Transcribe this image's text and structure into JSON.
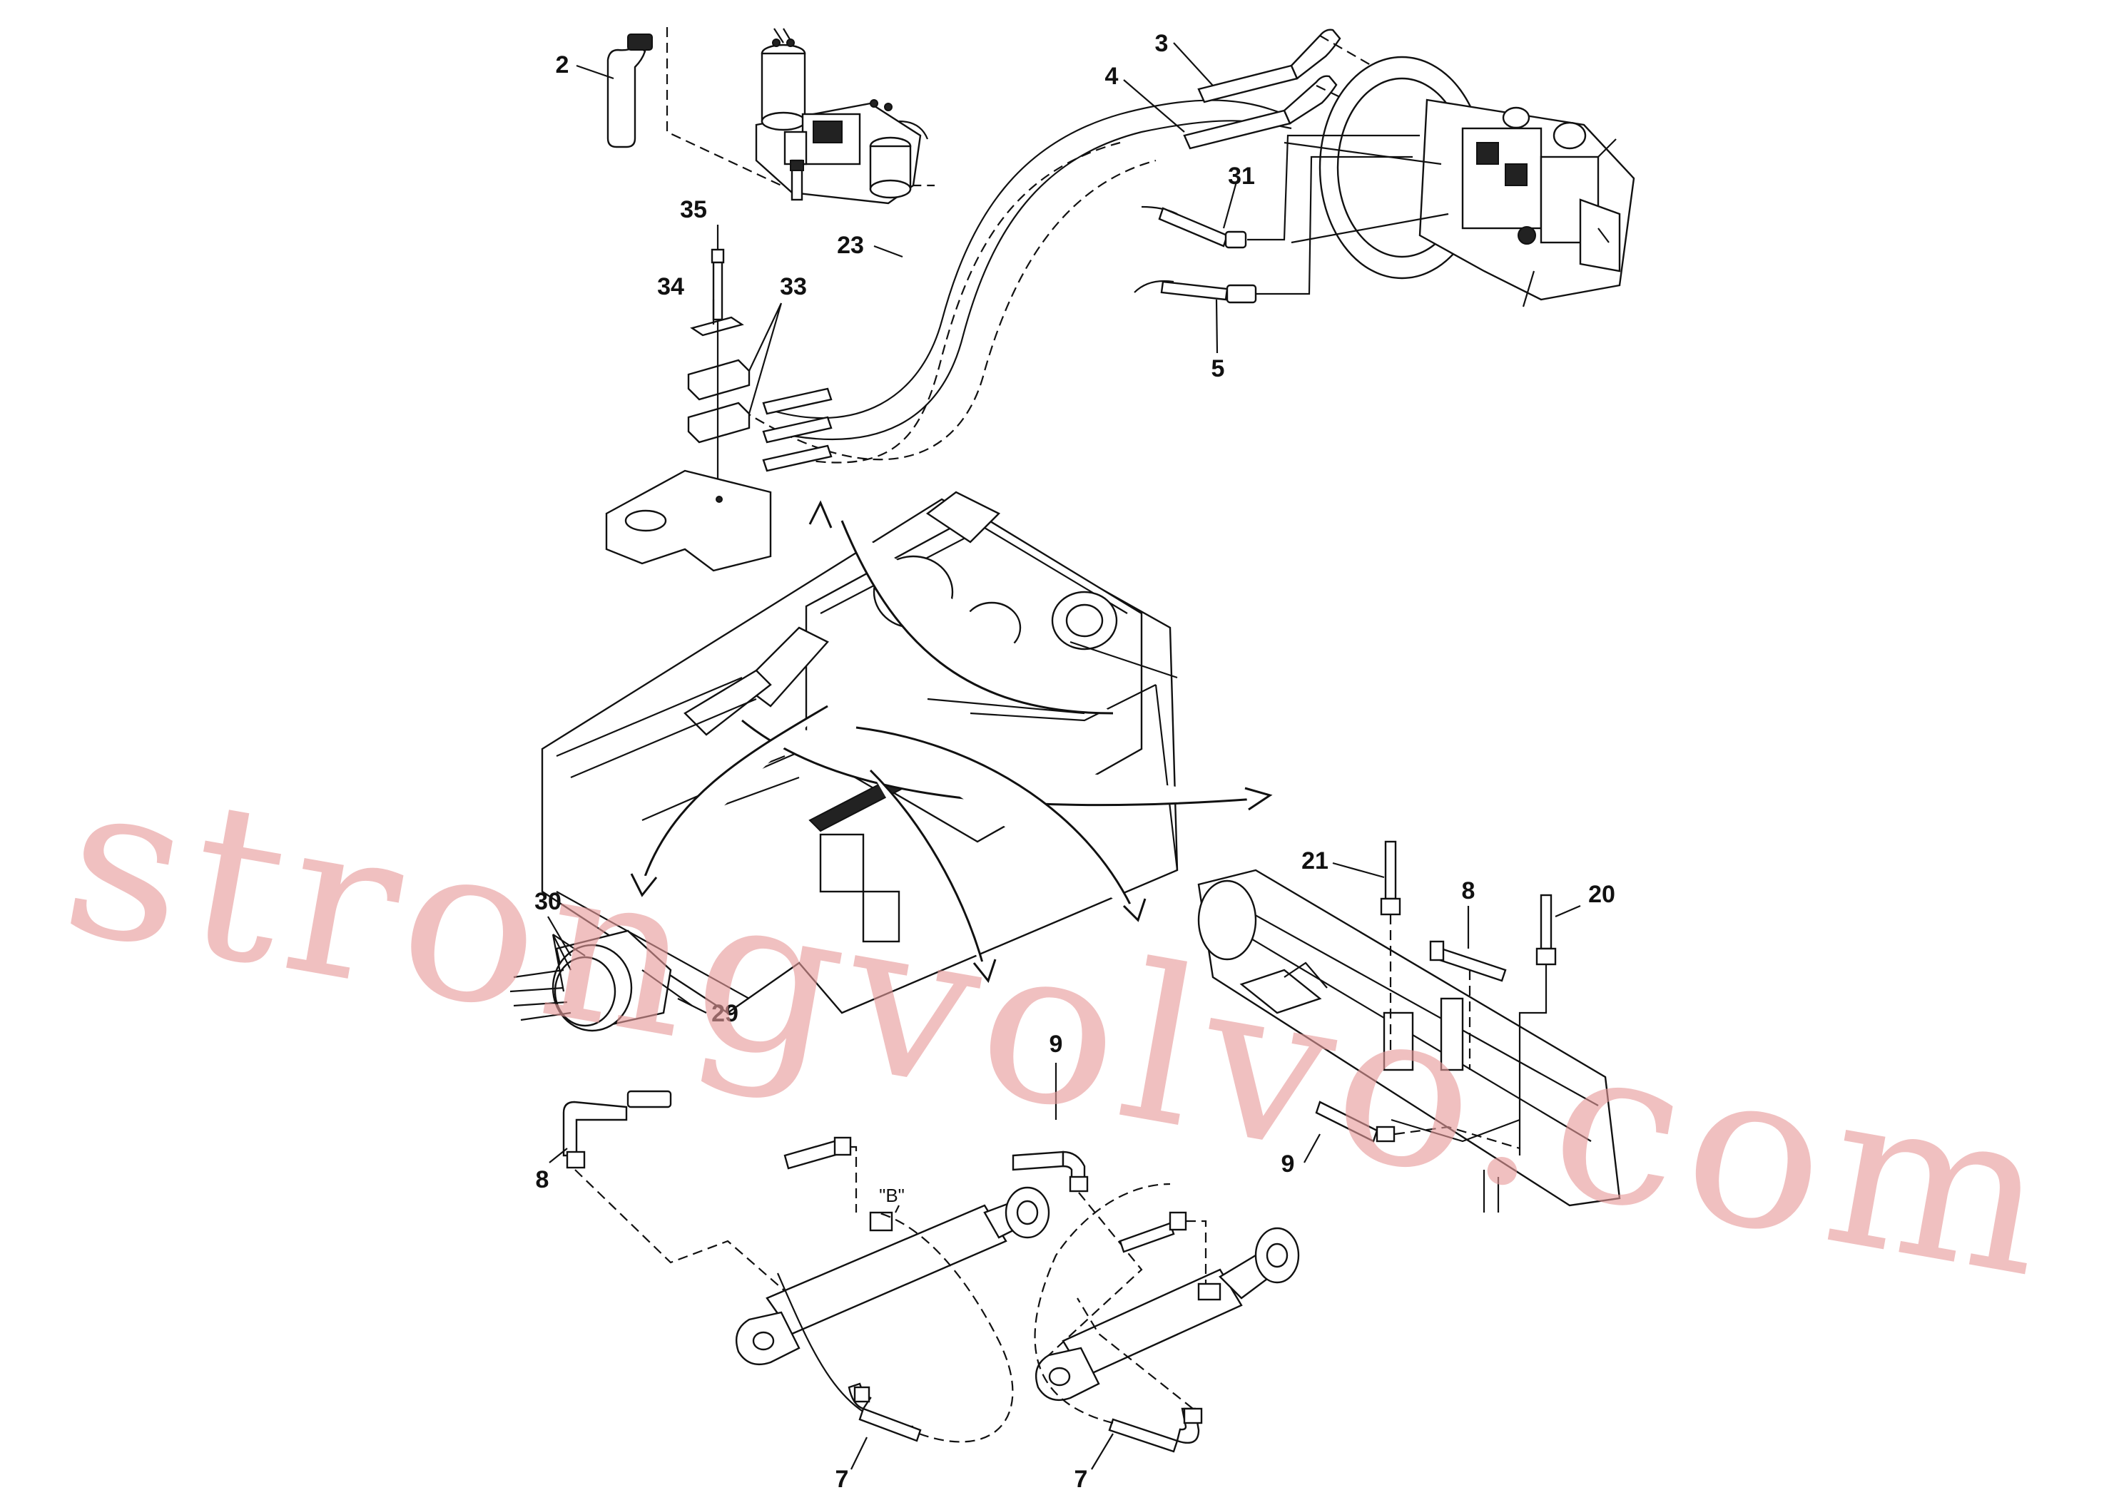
{
  "diagram": {
    "callouts": {
      "c2": "2",
      "c3": "3",
      "c4": "4",
      "c31": "31",
      "c5": "5",
      "c35": "35",
      "c34": "34",
      "c33": "33",
      "c23": "23",
      "c21": "21",
      "c8a": "8",
      "c20": "20",
      "c30": "30",
      "c29": "29",
      "c9a": "9",
      "c9b": "9",
      "c8b": "8",
      "c7a": "7",
      "c7b": "7"
    },
    "view_note": "\"B\"",
    "watermark": "strongvolvo.com"
  }
}
